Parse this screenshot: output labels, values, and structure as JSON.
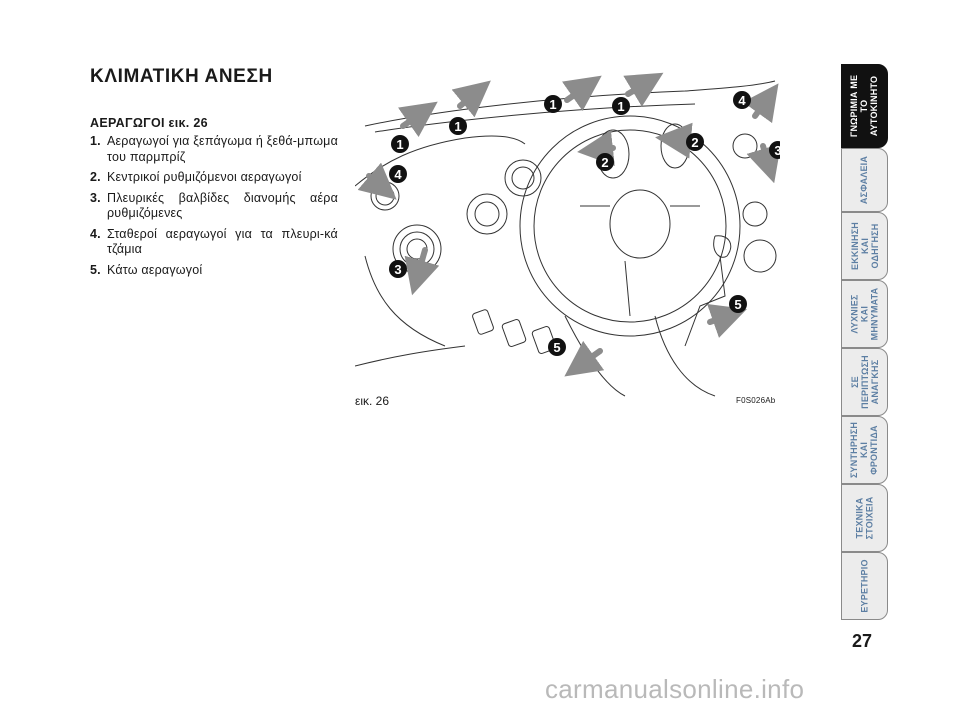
{
  "section": {
    "title": "ΚΛΙΜΑΤΙΚΗ ΑΝΕΣΗ",
    "subtitle": "ΑΕΡΑΓΩΓΟΙ εικ. 26",
    "items": [
      {
        "num": "1.",
        "text": "Αεραγωγοί για ξεπάγωμα ή ξεθά-μπωμα του παρμπρίζ"
      },
      {
        "num": "2.",
        "text": "Κεντρικοί ρυθμιζόμενοι αεραγωγοί"
      },
      {
        "num": "3.",
        "text": "Πλευρικές βαλβίδες διανομής αέρα ρυθμιζόμενες"
      },
      {
        "num": "4.",
        "text": "Σταθεροί αεραγωγοί για τα πλευρι-κά τζάμια"
      },
      {
        "num": "5.",
        "text": "Κάτω αεραγωγοί"
      }
    ]
  },
  "figure": {
    "label": "εικ. 26",
    "code": "F0S026Ab",
    "callouts": [
      "1",
      "1",
      "1",
      "1",
      "2",
      "2",
      "3",
      "3",
      "4",
      "4",
      "5",
      "5"
    ]
  },
  "tabs": [
    {
      "label": "ΓΝΩΡΙΜΙΑ ΜΕ\nΤΟ\nΑΥΤΟΚΙΝΗΤΟ",
      "active": true
    },
    {
      "label": "ΑΣΦΑΛΕΙΑ",
      "active": false
    },
    {
      "label": "ΕΚΚΙΝΗΣΗ\nΚΑΙ\nΟΔΗΓΗΣΗ",
      "active": false
    },
    {
      "label": "ΛΥΧΝΙΕΣ\nΚΑΙ\nΜΗΝΥΜΑΤΑ",
      "active": false
    },
    {
      "label": "ΣΕ\nΠΕΡΙΠΤΩΣΗ\nΑΝΑΓΚΗΣ",
      "active": false
    },
    {
      "label": "ΣΥΝΤΗΡΗΣΗ\nΚΑΙ\nΦΡΟΝΤΙΔΑ",
      "active": false
    },
    {
      "label": "ΤΕΧΝΙΚΑ\nΣΤΟΙΧΕΙΑ",
      "active": false
    },
    {
      "label": "ΕΥΡΕΤΗΡΙΟ",
      "active": false
    }
  ],
  "page_number": "27",
  "watermark": "carmanualsonline.info",
  "colors": {
    "tab_text": "#5d7fa3",
    "active_tab": "#111111",
    "arrow_gray": "#8c8c8c"
  }
}
